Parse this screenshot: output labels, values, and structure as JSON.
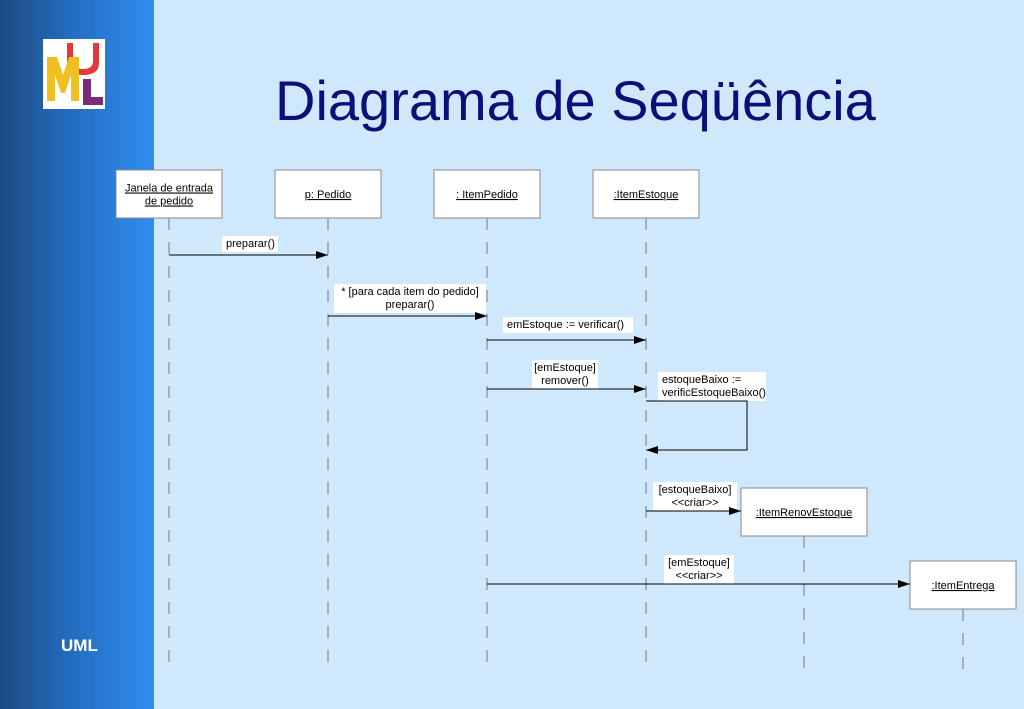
{
  "slide": {
    "title": "Diagrama de Seqüência",
    "footer_label": "UML",
    "logo_letters": [
      "U",
      "M",
      "L"
    ],
    "logo_colors": {
      "u": "#e03a3a",
      "m": "#f0c020",
      "l": "#7a2b7a"
    }
  },
  "objects": [
    {
      "lines": [
        "Janela de entrada",
        "de pedido"
      ]
    },
    {
      "lines": [
        "p: Pedido"
      ]
    },
    {
      "lines": [
        ": ItemPedido"
      ]
    },
    {
      "lines": [
        ":ItemEstoque"
      ]
    },
    {
      "lines": [
        ":ItemRenovEstoque"
      ]
    },
    {
      "lines": [
        ":ItemEntrega"
      ]
    }
  ],
  "messages": [
    {
      "from": 0,
      "to": 1,
      "lines": [
        "preparar()"
      ]
    },
    {
      "from": 1,
      "to": 2,
      "lines": [
        "* [para cada item do pedido]",
        "preparar()"
      ]
    },
    {
      "from": 2,
      "to": 3,
      "lines": [
        "emEstoque := verificar()"
      ]
    },
    {
      "from": 2,
      "to": 3,
      "lines": [
        "[emEstoque]",
        "remover()"
      ]
    },
    {
      "from": 3,
      "to": 3,
      "self": true,
      "lines": [
        "estoqueBaixo :=",
        "verificEstoqueBaixo()"
      ]
    },
    {
      "from": 3,
      "to": 4,
      "create": true,
      "lines": [
        "[estoqueBaixo]",
        "<<criar>>"
      ]
    },
    {
      "from": 2,
      "to": 5,
      "create": true,
      "lines": [
        "[emEstoque]",
        "<<criar>>"
      ]
    }
  ]
}
